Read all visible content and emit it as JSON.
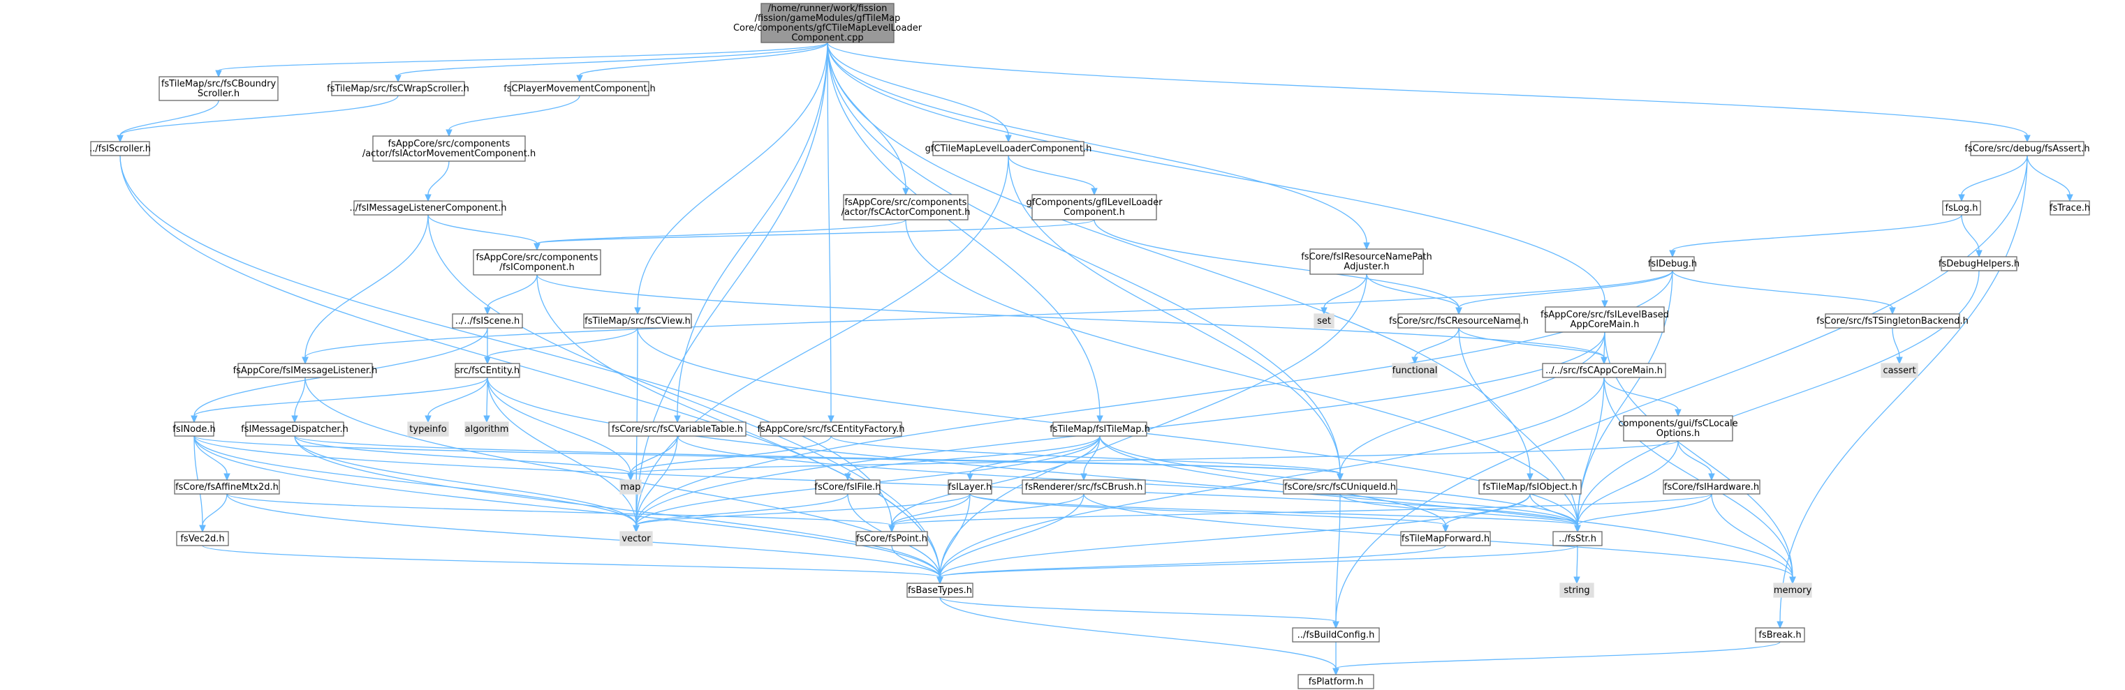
{
  "diagram": {
    "nodes": [
      {
        "id": "root",
        "lines": [
          "/home/runner/work/fission",
          "/fission/gameModules/gfTileMap",
          "Core/components/gfCTileMapLevelLoader",
          "Component.cpp"
        ],
        "kind": "root"
      },
      {
        "id": "boundry",
        "lines": [
          "fsTileMap/src/fsCBoundry",
          "Scroller.h"
        ]
      },
      {
        "id": "wrapscroller",
        "lines": [
          "fsTileMap/src/fsCWrapScroller.h"
        ]
      },
      {
        "id": "playermove",
        "lines": [
          "fsCPlayerMovementComponent.h"
        ]
      },
      {
        "id": "tmlevelloader",
        "lines": [
          "gfCTileMapLevelLoaderComponent.h"
        ]
      },
      {
        "id": "assert",
        "lines": [
          "fsCore/src/debug/fsAssert.h"
        ]
      },
      {
        "id": "iscroller",
        "lines": [
          "../fsIScroller.h"
        ]
      },
      {
        "id": "iactormove",
        "lines": [
          "fsAppCore/src/components",
          "/actor/fsIActorMovementComponent.h"
        ]
      },
      {
        "id": "imsglistenercomp",
        "lines": [
          "../fsIMessageListenerComponent.h"
        ]
      },
      {
        "id": "actorcomp",
        "lines": [
          "fsAppCore/src/components",
          "/actor/fsCActorComponent.h"
        ]
      },
      {
        "id": "gfilevelloader",
        "lines": [
          "gfComponents/gfILevelLoader",
          "Component.h"
        ]
      },
      {
        "id": "icomponent",
        "lines": [
          "fsAppCore/src/components",
          "/fsIComponent.h"
        ]
      },
      {
        "id": "log",
        "lines": [
          "fsLog.h"
        ]
      },
      {
        "id": "trace",
        "lines": [
          "fsTrace.h"
        ]
      },
      {
        "id": "idebug",
        "lines": [
          "fsIDebug.h"
        ]
      },
      {
        "id": "debughelpers",
        "lines": [
          "fsDebugHelpers.h"
        ]
      },
      {
        "id": "resnamepath",
        "lines": [
          "fsCore/fsIResourceNamePath",
          "Adjuster.h"
        ]
      },
      {
        "id": "set",
        "lines": [
          "set"
        ],
        "kind": "sys"
      },
      {
        "id": "iscene",
        "lines": [
          "../../fsIScene.h"
        ]
      },
      {
        "id": "cview",
        "lines": [
          "fsTileMap/src/fsCView.h"
        ]
      },
      {
        "id": "resourcename",
        "lines": [
          "fsCore/src/fsCResourceName.h"
        ]
      },
      {
        "id": "ilevelbased",
        "lines": [
          "fsAppCore/src/fsILevelBased",
          "AppCoreMain.h"
        ]
      },
      {
        "id": "tsingleton",
        "lines": [
          "fsCore/src/fsTSingletonBackend.h"
        ]
      },
      {
        "id": "cassert",
        "lines": [
          "cassert"
        ],
        "kind": "sys"
      },
      {
        "id": "imsglistener",
        "lines": [
          "fsAppCore/fsIMessageListener.h"
        ]
      },
      {
        "id": "centity",
        "lines": [
          "src/fsCEntity.h"
        ]
      },
      {
        "id": "functional",
        "lines": [
          "functional"
        ],
        "kind": "sys"
      },
      {
        "id": "appcoremain",
        "lines": [
          "../../src/fsCAppCoreMain.h"
        ]
      },
      {
        "id": "inode",
        "lines": [
          "fsINode.h"
        ]
      },
      {
        "id": "msgdispatcher",
        "lines": [
          "fsIMessageDispatcher.h"
        ]
      },
      {
        "id": "typeinfo",
        "lines": [
          "typeinfo"
        ],
        "kind": "sys"
      },
      {
        "id": "algorithm",
        "lines": [
          "algorithm"
        ],
        "kind": "sys"
      },
      {
        "id": "cvariabletable",
        "lines": [
          "fsCore/src/fsCVariableTable.h"
        ]
      },
      {
        "id": "entityfactory",
        "lines": [
          "fsAppCore/src/fsCEntityFactory.h"
        ]
      },
      {
        "id": "itilemap",
        "lines": [
          "fsTileMap/fsITileMap.h"
        ]
      },
      {
        "id": "guilocale",
        "lines": [
          "components/gui/fsCLocale",
          "Options.h"
        ]
      },
      {
        "id": "affinemtx",
        "lines": [
          "fsCore/fsAffineMtx2d.h"
        ]
      },
      {
        "id": "map",
        "lines": [
          "map"
        ],
        "kind": "sys"
      },
      {
        "id": "ifile",
        "lines": [
          "fsCore/fsIFile.h"
        ]
      },
      {
        "id": "ilayer",
        "lines": [
          "fsILayer.h"
        ]
      },
      {
        "id": "cbrush",
        "lines": [
          "fsRenderer/src/fsCBrush.h"
        ]
      },
      {
        "id": "uniqueid",
        "lines": [
          "fsCore/src/fsCUniqueId.h"
        ]
      },
      {
        "id": "iobject",
        "lines": [
          "fsTileMap/fsIObject.h"
        ]
      },
      {
        "id": "ihardware",
        "lines": [
          "fsCore/fsIHardware.h"
        ]
      },
      {
        "id": "vec2d",
        "lines": [
          "fsVec2d.h"
        ]
      },
      {
        "id": "vector",
        "lines": [
          "vector"
        ],
        "kind": "sys"
      },
      {
        "id": "point",
        "lines": [
          "fsCore/fsPoint.h"
        ]
      },
      {
        "id": "tilemapforward",
        "lines": [
          "fsTileMapForward.h"
        ]
      },
      {
        "id": "str",
        "lines": [
          "../fsStr.h"
        ]
      },
      {
        "id": "string",
        "lines": [
          "string"
        ],
        "kind": "sys"
      },
      {
        "id": "memory",
        "lines": [
          "memory"
        ],
        "kind": "sys"
      },
      {
        "id": "basetypes",
        "lines": [
          "fsBaseTypes.h"
        ]
      },
      {
        "id": "buildconfig",
        "lines": [
          "../fsBuildConfig.h"
        ]
      },
      {
        "id": "break",
        "lines": [
          "fsBreak.h"
        ]
      },
      {
        "id": "platform",
        "lines": [
          "fsPlatform.h"
        ]
      }
    ],
    "edges": [
      [
        "root",
        "boundry"
      ],
      [
        "root",
        "wrapscroller"
      ],
      [
        "root",
        "playermove"
      ],
      [
        "root",
        "tmlevelloader"
      ],
      [
        "root",
        "assert"
      ],
      [
        "root",
        "actorcomp"
      ],
      [
        "root",
        "cview"
      ],
      [
        "root",
        "cvariabletable"
      ],
      [
        "root",
        "entityfactory"
      ],
      [
        "root",
        "itilemap"
      ],
      [
        "root",
        "resnamepath"
      ],
      [
        "root",
        "ilevelbased"
      ],
      [
        "root",
        "iobject"
      ],
      [
        "root",
        "uniqueid"
      ],
      [
        "root",
        "vector"
      ],
      [
        "boundry",
        "iscroller"
      ],
      [
        "wrapscroller",
        "iscroller"
      ],
      [
        "playermove",
        "iactormove"
      ],
      [
        "iactormove",
        "imsglistenercomp"
      ],
      [
        "imsglistenercomp",
        "icomponent"
      ],
      [
        "imsglistenercomp",
        "imsglistener"
      ],
      [
        "imsglistenercomp",
        "basetypes"
      ],
      [
        "iscroller",
        "basetypes"
      ],
      [
        "iscroller",
        "point"
      ],
      [
        "tmlevelloader",
        "gfilevelloader"
      ],
      [
        "tmlevelloader",
        "uniqueid"
      ],
      [
        "tmlevelloader",
        "vector"
      ],
      [
        "gfilevelloader",
        "icomponent"
      ],
      [
        "gfilevelloader",
        "resourcename"
      ],
      [
        "actorcomp",
        "icomponent"
      ],
      [
        "actorcomp",
        "str"
      ],
      [
        "icomponent",
        "iscene"
      ],
      [
        "icomponent",
        "appcoremain"
      ],
      [
        "icomponent",
        "basetypes"
      ],
      [
        "iscene",
        "centity"
      ],
      [
        "iscene",
        "inode"
      ],
      [
        "assert",
        "log"
      ],
      [
        "assert",
        "trace"
      ],
      [
        "assert",
        "break"
      ],
      [
        "assert",
        "buildconfig"
      ],
      [
        "log",
        "idebug"
      ],
      [
        "log",
        "debughelpers"
      ],
      [
        "debughelpers",
        "str"
      ],
      [
        "idebug",
        "resourcename"
      ],
      [
        "idebug",
        "tsingleton"
      ],
      [
        "idebug",
        "str"
      ],
      [
        "idebug",
        "imsglistener"
      ],
      [
        "idebug",
        "vector"
      ],
      [
        "tsingleton",
        "cassert"
      ],
      [
        "resnamepath",
        "set"
      ],
      [
        "resnamepath",
        "resourcename"
      ],
      [
        "resnamepath",
        "basetypes"
      ],
      [
        "resourcename",
        "functional"
      ],
      [
        "resourcename",
        "str"
      ],
      [
        "resourcename",
        "appcoremain"
      ],
      [
        "ilevelbased",
        "appcoremain"
      ],
      [
        "ilevelbased",
        "memory"
      ],
      [
        "ilevelbased",
        "uniqueid"
      ],
      [
        "ilevelbased",
        "vector"
      ],
      [
        "appcoremain",
        "guilocale"
      ],
      [
        "appcoremain",
        "basetypes"
      ],
      [
        "appcoremain",
        "str"
      ],
      [
        "appcoremain",
        "memory"
      ],
      [
        "guilocale",
        "ihardware"
      ],
      [
        "guilocale",
        "str"
      ],
      [
        "guilocale",
        "map"
      ],
      [
        "ihardware",
        "str"
      ],
      [
        "ihardware",
        "memory"
      ],
      [
        "ihardware",
        "point"
      ],
      [
        "cview",
        "centity"
      ],
      [
        "cview",
        "vector"
      ],
      [
        "cview",
        "str"
      ],
      [
        "centity",
        "inode"
      ],
      [
        "centity",
        "typeinfo"
      ],
      [
        "centity",
        "algorithm"
      ],
      [
        "centity",
        "map"
      ],
      [
        "centity",
        "vector"
      ],
      [
        "centity",
        "memory"
      ],
      [
        "imsglistener",
        "msgdispatcher"
      ],
      [
        "imsglistener",
        "basetypes"
      ],
      [
        "msgdispatcher",
        "map"
      ],
      [
        "msgdispatcher",
        "vector"
      ],
      [
        "msgdispatcher",
        "basetypes"
      ],
      [
        "msgdispatcher",
        "uniqueid"
      ],
      [
        "inode",
        "affinemtx"
      ],
      [
        "inode",
        "vec2d"
      ],
      [
        "inode",
        "vector"
      ],
      [
        "inode",
        "basetypes"
      ],
      [
        "inode",
        "uniqueid"
      ],
      [
        "inode",
        "str"
      ],
      [
        "affinemtx",
        "vec2d"
      ],
      [
        "affinemtx",
        "point"
      ],
      [
        "affinemtx",
        "basetypes"
      ],
      [
        "vec2d",
        "basetypes"
      ],
      [
        "cvariabletable",
        "map"
      ],
      [
        "cvariabletable",
        "vector"
      ],
      [
        "cvariabletable",
        "str"
      ],
      [
        "entityfactory",
        "map"
      ],
      [
        "entityfactory",
        "uniqueid"
      ],
      [
        "itilemap",
        "ilayer"
      ],
      [
        "itilemap",
        "cbrush"
      ],
      [
        "itilemap",
        "ifile"
      ],
      [
        "itilemap",
        "tilemapforward"
      ],
      [
        "itilemap",
        "vector"
      ],
      [
        "itilemap",
        "str"
      ],
      [
        "itilemap",
        "point"
      ],
      [
        "ifile",
        "basetypes"
      ],
      [
        "ifile",
        "vector"
      ],
      [
        "ilayer",
        "point"
      ],
      [
        "ilayer",
        "tilemapforward"
      ],
      [
        "ilayer",
        "vector"
      ],
      [
        "ilayer",
        "basetypes"
      ],
      [
        "ilayer",
        "str"
      ],
      [
        "cbrush",
        "point"
      ],
      [
        "cbrush",
        "basetypes"
      ],
      [
        "cbrush",
        "memory"
      ],
      [
        "uniqueid",
        "buildconfig"
      ],
      [
        "uniqueid",
        "str"
      ],
      [
        "iobject",
        "tilemapforward"
      ],
      [
        "iobject",
        "basetypes"
      ],
      [
        "iobject",
        "str"
      ],
      [
        "point",
        "basetypes"
      ],
      [
        "tilemapforward",
        "basetypes"
      ],
      [
        "str",
        "string"
      ],
      [
        "str",
        "basetypes"
      ],
      [
        "basetypes",
        "buildconfig"
      ],
      [
        "basetypes",
        "platform"
      ],
      [
        "buildconfig",
        "platform"
      ],
      [
        "break",
        "platform"
      ]
    ]
  }
}
